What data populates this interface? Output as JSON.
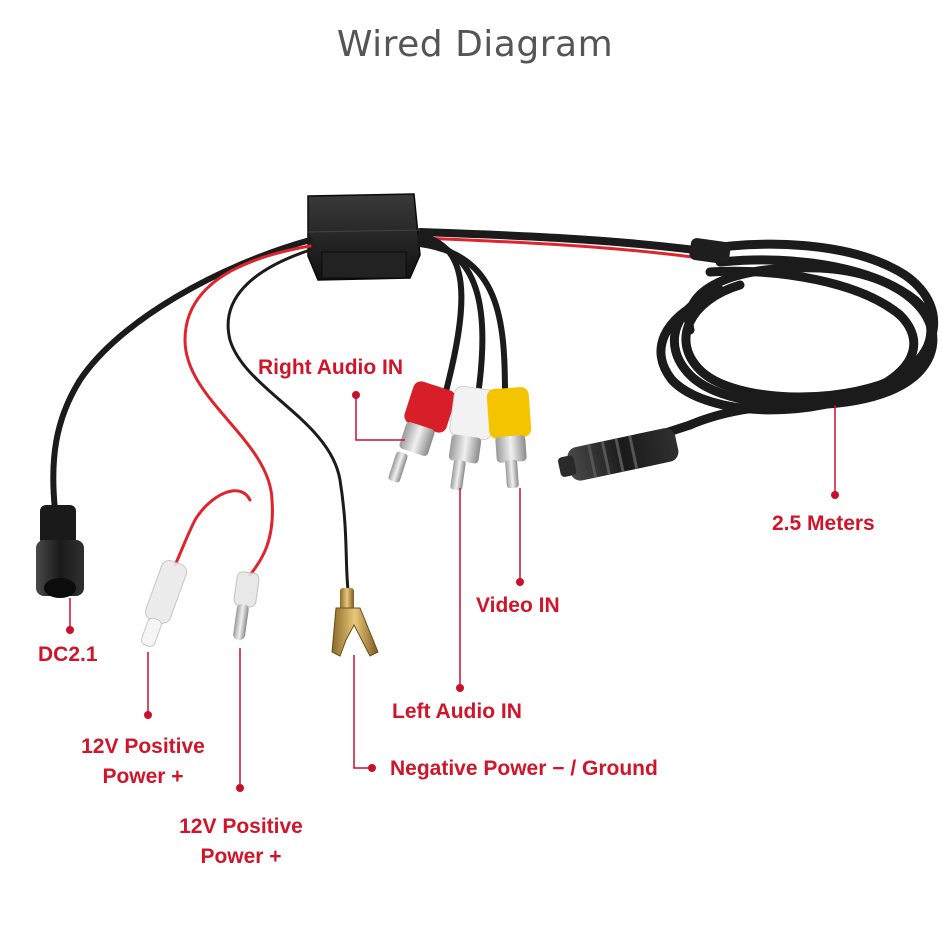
{
  "title": "Wired Diagram",
  "colors": {
    "label": "#d0152a",
    "leader": "#c8102e",
    "cable": "#1b1b1b",
    "red_wire": "#e0242e",
    "rca_red": "#d81e28",
    "rca_white": "#f2f2f2",
    "rca_yellow": "#f4c400",
    "title": "#555555"
  },
  "labels": {
    "right_audio_in": "Right Audio IN",
    "video_in": "Video IN",
    "left_audio_in": "Left Audio IN",
    "length": "2.5 Meters",
    "dc": "DC2.1",
    "positive_1_line1": "12V Positive",
    "positive_1_line2": "Power +",
    "positive_2_line1": "12V Positive",
    "positive_2_line2": "Power +",
    "ground": "Negative Power − / Ground"
  }
}
